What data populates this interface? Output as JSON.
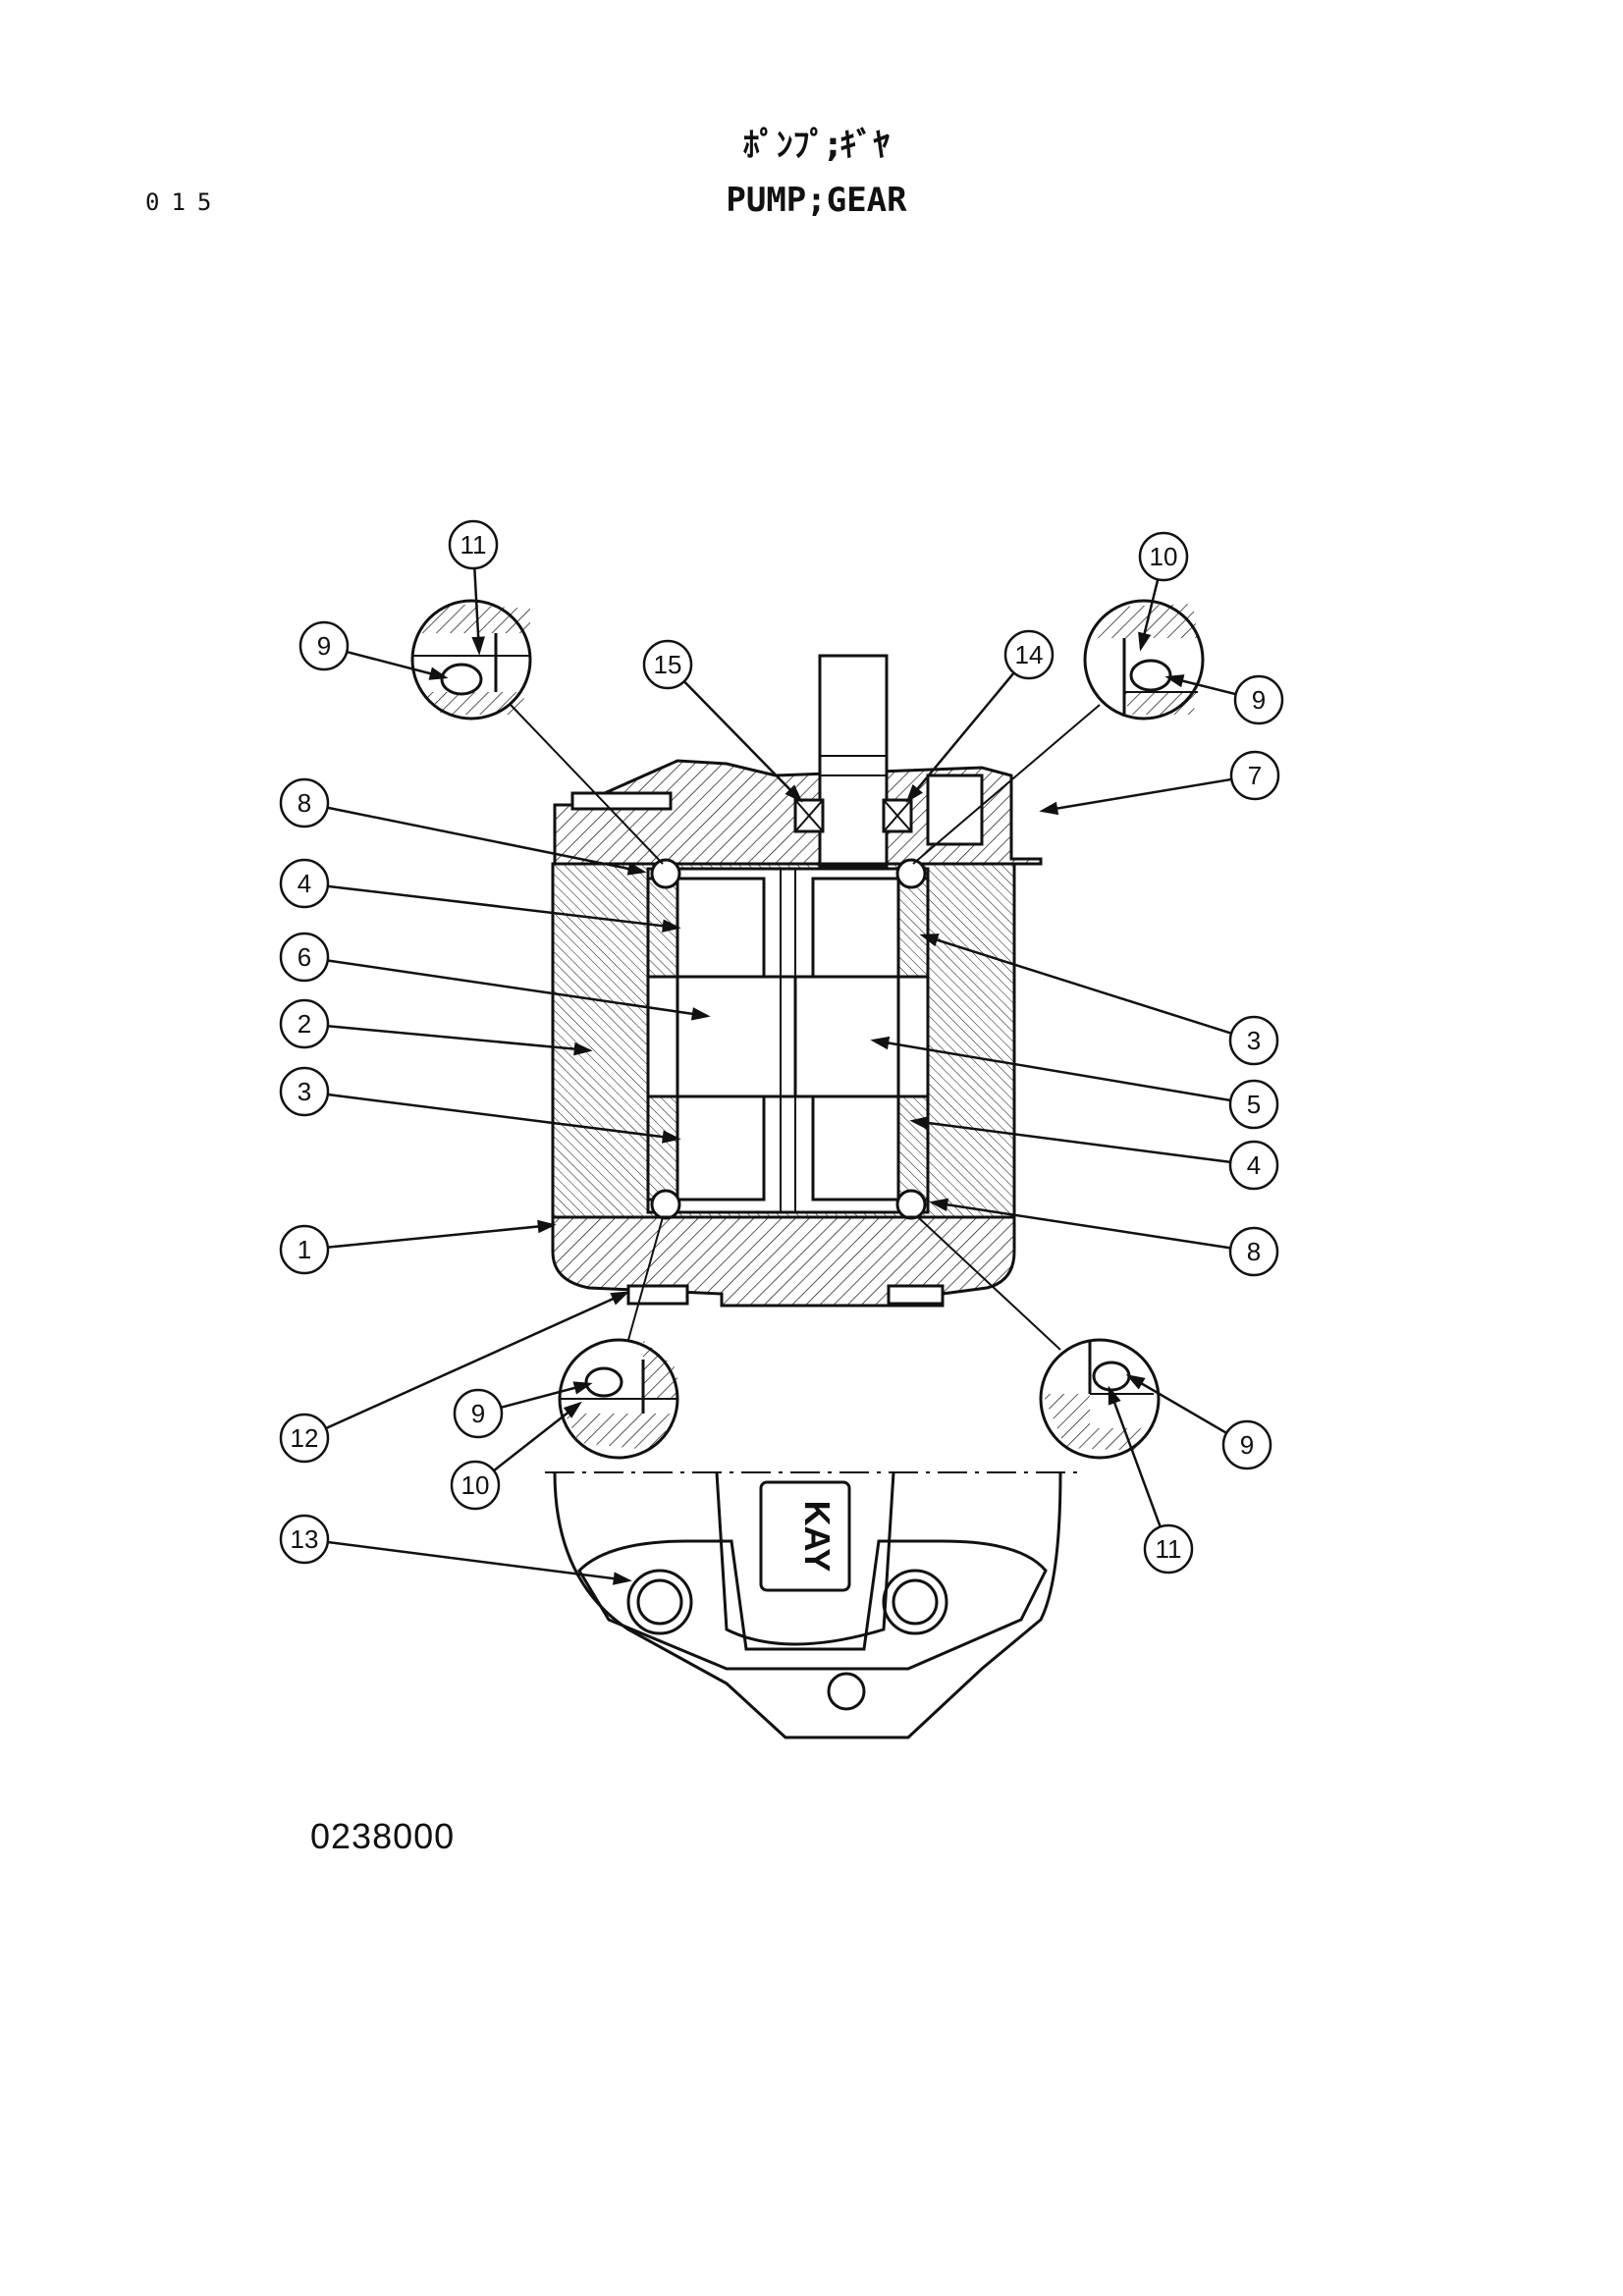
{
  "header": {
    "page_number": "015",
    "title_jp": "ﾎﾟﾝﾌﾟ;ｷﾞﾔ",
    "title_en": "PUMP;GEAR"
  },
  "drawing_number": "0238000",
  "colors": {
    "ink": "#111111",
    "paper": "#ffffff"
  },
  "callouts": [
    {
      "id": "c11a",
      "label": "11"
    },
    {
      "id": "c9a",
      "label": "9"
    },
    {
      "id": "c15",
      "label": "15"
    },
    {
      "id": "c14",
      "label": "14"
    },
    {
      "id": "c10a",
      "label": "10"
    },
    {
      "id": "c9b",
      "label": "9"
    },
    {
      "id": "c7",
      "label": "7"
    },
    {
      "id": "c8a",
      "label": "8"
    },
    {
      "id": "c4a",
      "label": "4"
    },
    {
      "id": "c6",
      "label": "6"
    },
    {
      "id": "c2",
      "label": "2"
    },
    {
      "id": "c3a",
      "label": "3"
    },
    {
      "id": "c1",
      "label": "1"
    },
    {
      "id": "c3b",
      "label": "3"
    },
    {
      "id": "c5",
      "label": "5"
    },
    {
      "id": "c4b",
      "label": "4"
    },
    {
      "id": "c8b",
      "label": "8"
    },
    {
      "id": "c12",
      "label": "12"
    },
    {
      "id": "c9c",
      "label": "9"
    },
    {
      "id": "c10b",
      "label": "10"
    },
    {
      "id": "c9d",
      "label": "9"
    },
    {
      "id": "c11b",
      "label": "11"
    },
    {
      "id": "c13",
      "label": "13"
    }
  ]
}
